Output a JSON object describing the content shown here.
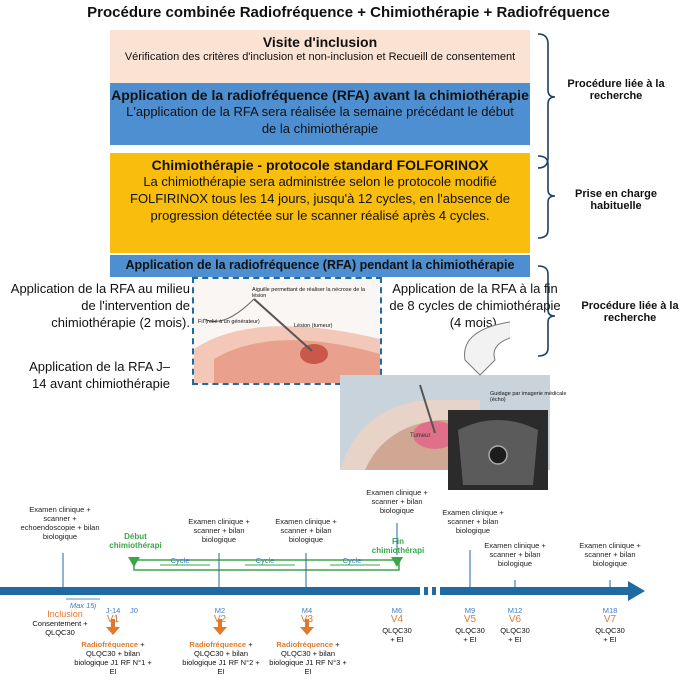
{
  "title": "Procédure combinée Radiofréquence + Chimiothérapie + Radiofréquence",
  "boxes": {
    "inclusion": {
      "title": "Visite d'inclusion",
      "text": "Vérification  des critères d'inclusion et  non-inclusion et Recueill   de consentement"
    },
    "rfa_before": {
      "title": "Application  de la radiofréquence (RFA) avant la chimiothérapie",
      "text": "L'application de la RFA sera réalisée la semaine précédant le début de la chimiothérapie"
    },
    "chemo": {
      "title": "Chimiothérapie  - protocole standard  FOLFORINOX",
      "text": "La chimiothérapie sera administrée selon le protocole modifié FOLFIRINOX tous les 14 jours, jusqu'à 12 cycles, en l'absence de progression détectée sur le scanner réalisé après 4 cycles."
    },
    "rfa_during": {
      "title": "Application de la radiofréquence (RFA) pendant la chimiothérapie"
    }
  },
  "side_labels": {
    "research1": "Procédure liée à la recherche",
    "standard": "Prise en charge habituelle",
    "research2": "Procédure liée à la recherche"
  },
  "texts": {
    "rfa_middle": "Application de la RFA au milieu de l'intervention de chimiothérapie (2 mois).",
    "rfa_j14": "Application de la RFA J–14 avant chimiothérapie",
    "rfa_end": "Application de la RFA à la fin de 8 cycles de chimiothérapie (4 mois)."
  },
  "illustration": {
    "needle": "Aiguille permettant de réaliser la nécrose de la lésion",
    "wire": "Fil (relié à un générateur)",
    "lesion": "Lésion (tumeur)",
    "guidance": "Guidage par imagerie médicale (écho)",
    "tumeur": "Tumeur"
  },
  "timeline": {
    "exam_inclusion": "Examen clinique + scanner + echoendoscopie + bilan biologique",
    "exam_m2": "Examen clinique + scanner + bilan biologique",
    "exam_m4": "Examen clinique + scanner + bilan biologique",
    "exam_m6": "Examen clinique + scanner + bilan biologique",
    "exam_m9": "Examen clinique + scanner + bilan biologique",
    "exam_m12": "Examen clinique + scanner + bilan biologique",
    "exam_m18": "Examen clinique + scanner + bilan biologique",
    "debut": "Début chimiothérapi",
    "fin": "Fin chimiothérapi",
    "cycle": "Cycle",
    "max15": "Max 15j",
    "inclusion": "Inclusion",
    "consent": "Consentement + QLQC30",
    "ticks": [
      "J-14",
      "J0",
      "M2",
      "M4",
      "M6",
      "M9",
      "M12",
      "M18"
    ],
    "visits": [
      "V1",
      "V2",
      "V3",
      "V4",
      "V5",
      "V6",
      "V7"
    ],
    "qlq": "QLQC30 + EI",
    "rf_label": "Radiofréquence",
    "rf1": "+ QLQC30 + bilan biologique J1 RF N°1 + EI",
    "rf2": "+ QLQC30 + bilan biologique J1 RF N°2 + EI",
    "rf3": "+ QLQC30 + bilan biologique J1 RF N°3 + EI"
  },
  "colors": {
    "peach": "#fbe3d4",
    "blue": "#4e8fd1",
    "gold": "#f9bd0e",
    "timeline": "#1f6aa0",
    "green": "#3aa64a",
    "orange": "#e2792a"
  }
}
